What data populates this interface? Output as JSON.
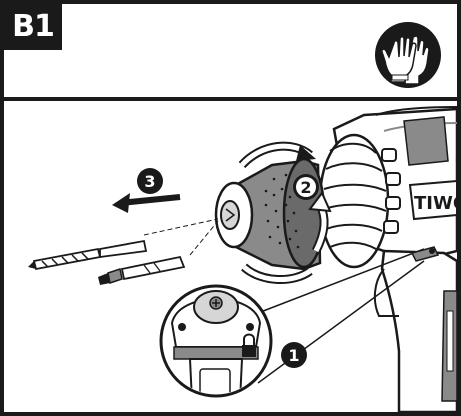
{
  "step": {
    "label": "B1"
  },
  "safety_icon": {
    "icon": "protective-gloves-icon"
  },
  "callouts": {
    "one": "1",
    "two": "2",
    "three": "3"
  },
  "brand": {
    "partial_text": "TIWO"
  },
  "colors": {
    "ink": "#1a1a1a",
    "paper": "#ffffff",
    "shade": "#8a8a8a",
    "light_shade": "#d6d6d6"
  }
}
